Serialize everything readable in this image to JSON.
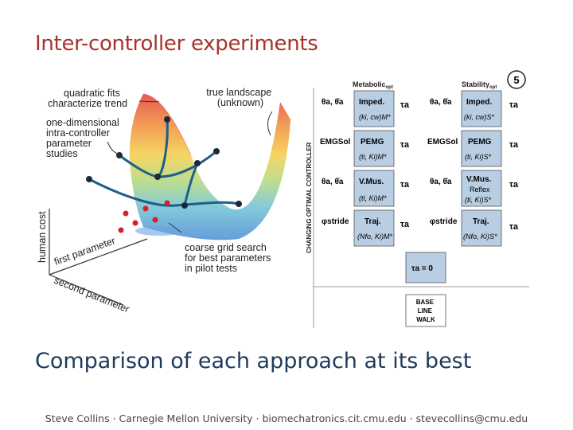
{
  "slide": {
    "title": "Inter-controller experiments",
    "subtitle": "Comparison of each approach at its best",
    "footer": "Steve Collins · Carnegie Mellon University · biomechatronics.cit.cmu.edu · stevecollins@cmu.edu"
  },
  "landscape": {
    "label_quadratic": [
      "quadratic fits",
      "characterize trend"
    ],
    "label_true": [
      "true landscape",
      "(unknown)"
    ],
    "label_onedim": [
      "one-dimensional",
      "intra-controller",
      "parameter",
      "studies"
    ],
    "label_coarse": [
      "coarse grid search",
      "for best parameters",
      "in pilot tests"
    ],
    "axis_y": "human cost",
    "axis_first": "first parameter",
    "axis_second": "second parameter"
  },
  "controller_table": {
    "badge": "5",
    "header_left": "Metabolic",
    "header_left_sub": "opt",
    "header_right": "Stability",
    "header_right_sub": "opt",
    "vertical_label": "CHANGING OPTIMAL CONTROLLER",
    "rows": [
      {
        "input_left": "θa, θ̇a",
        "box_left": [
          "Imped.",
          "(ki, cw)M*"
        ],
        "input_right": "θa, θ̇a",
        "box_right": [
          "Imped.",
          "(ki, cw)S*"
        ],
        "output": "τa"
      },
      {
        "input_left": "EMGSol",
        "box_left": [
          "PEMG",
          "(ti, Ki)M*"
        ],
        "input_right": "EMGSol",
        "box_right": [
          "PEMG",
          "(ti, Ki)S*"
        ],
        "output": "τa"
      },
      {
        "input_left": "θa, θ̇a",
        "box_left": [
          "V.Mus.",
          "(ti, Ki)M*"
        ],
        "input_right": "θa, θ̇a",
        "box_right": [
          "V.Mus.",
          "Reflex",
          "(ti, Ki)S*"
        ],
        "output": "τa"
      },
      {
        "input_left": "φstride",
        "box_left": [
          "Traj.",
          "(Nfo, Ki)M*"
        ],
        "input_right": "φstride",
        "box_right": [
          "Traj.",
          "(Nfo, Ki)S*"
        ],
        "output": "τa"
      }
    ],
    "zero_box": "τa = 0",
    "baseline_box": [
      "BASE",
      "LINE",
      "WALK"
    ]
  },
  "colors": {
    "title": "#a8322a",
    "subtitle": "#1f3a5c",
    "box_fill": "#b9cde3",
    "curve": "#1e5f8a",
    "dot_red": "#d9202a"
  }
}
